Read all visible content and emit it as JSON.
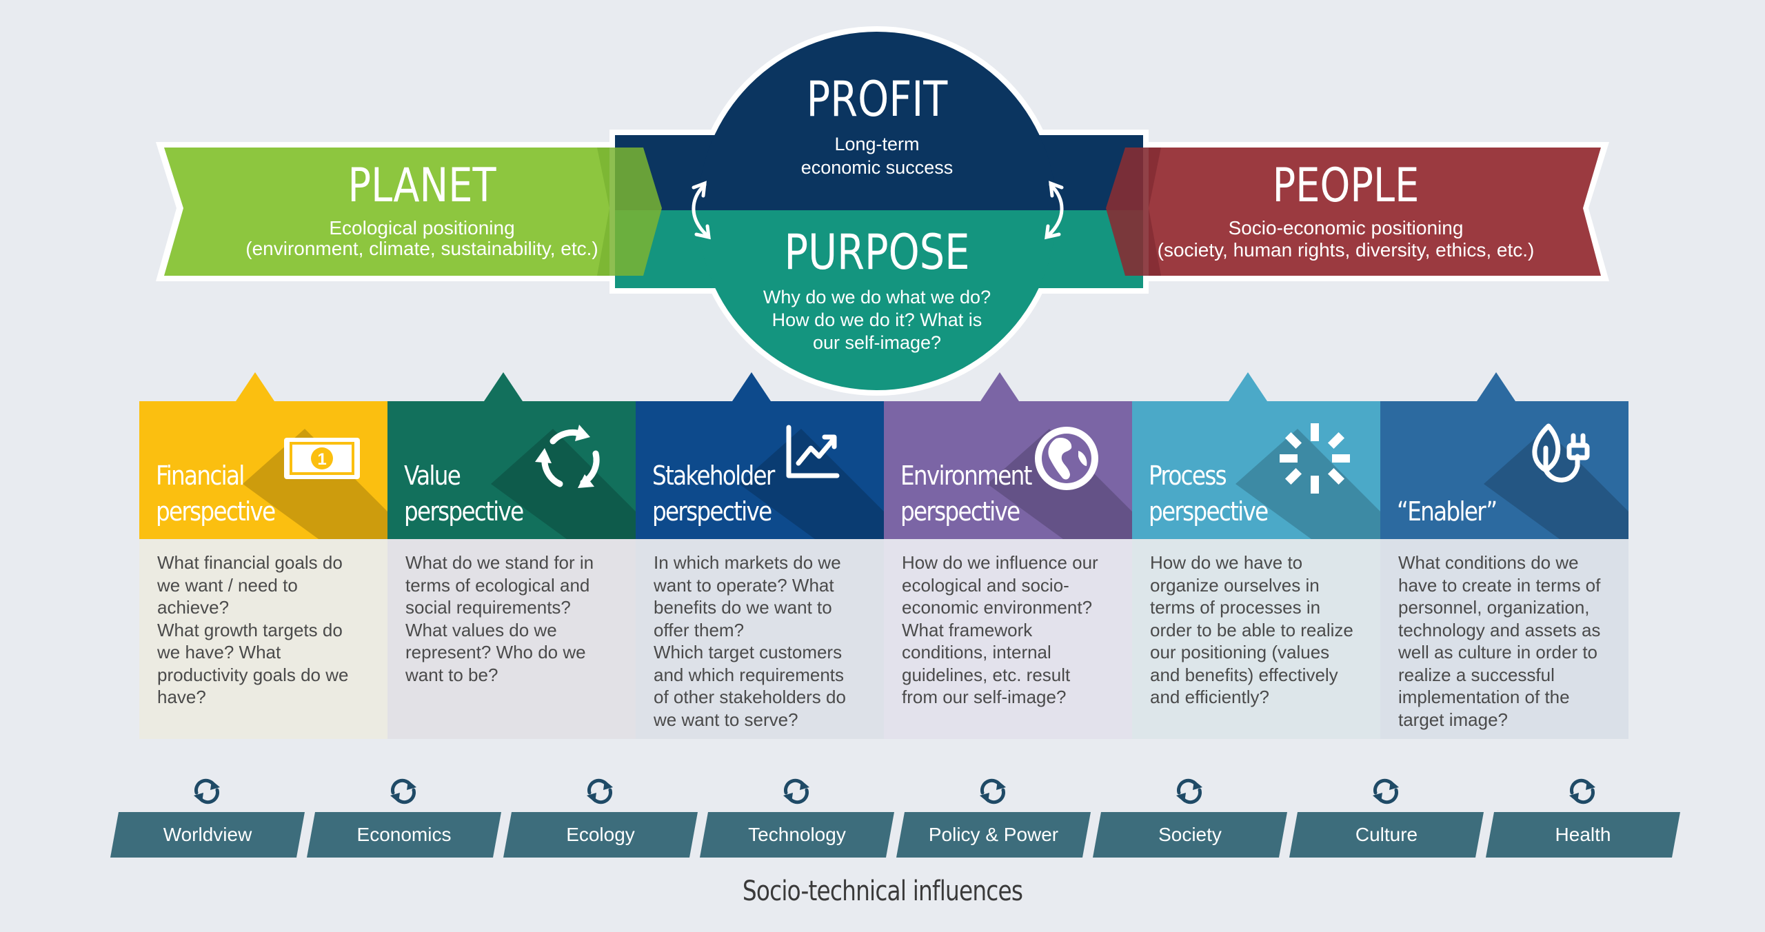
{
  "top": {
    "planet": {
      "title": "PLANET",
      "line1": "Ecological positioning",
      "line2": "(environment, climate, sustainability, etc.)",
      "color": "#8dc63f"
    },
    "profit": {
      "title": "PROFIT",
      "line1": "Long-term",
      "line2": "economic success",
      "color": "#0b3560"
    },
    "purpose": {
      "title": "PURPOSE",
      "line1": "Why do we do what we do?",
      "line2": "How do we do it? What is",
      "line3": "our self-image?",
      "color": "#14957f"
    },
    "people": {
      "title": "PEOPLE",
      "line1": "Socio-economic positioning",
      "line2": "(society, human rights, diversity, ethics, etc.)",
      "color": "#9b3a40"
    }
  },
  "perspectives": [
    {
      "title1": "Financial",
      "title2": "perspective",
      "icon": "banknote-icon",
      "head_color": "#fbbf10",
      "body_color": "#ecebe2",
      "text": [
        "What financial goals do",
        "we want / need to",
        "achieve?",
        "What growth targets do",
        "we have? What",
        "productivity goals do we",
        "have?"
      ]
    },
    {
      "title1": "Value",
      "title2": "perspective",
      "icon": "cycle-arrows-icon",
      "head_color": "#12705c",
      "body_color": "#e2e1e6",
      "text": [
        "What do we stand for in",
        "terms of ecological and",
        "social requirements?",
        "What values do we",
        "represent? Who do we",
        "want to be?"
      ]
    },
    {
      "title1": "Stakeholder",
      "title2": "perspective",
      "icon": "line-chart-icon",
      "head_color": "#0d4a8c",
      "body_color": "#dde1e8",
      "text": [
        "In which markets do we",
        "want to operate? What",
        "benefits do we want to",
        "offer them?",
        "Which target customers",
        "and which requirements",
        "of other stakeholders do",
        "we want to serve?"
      ]
    },
    {
      "title1": "Environment",
      "title2": "perspective",
      "icon": "globe-icon",
      "head_color": "#7b65a5",
      "body_color": "#e3e2ec",
      "text": [
        "How do we influence our",
        "ecological and socio-",
        "economic environment?",
        "What framework",
        "conditions, internal",
        "guidelines, etc. result",
        "from our self-image?"
      ]
    },
    {
      "title1": "Process",
      "title2": "perspective",
      "icon": "loading-spinner-icon",
      "head_color": "#4ba9c8",
      "body_color": "#dde6ea",
      "text": [
        "How do we have to",
        "organize ourselves in",
        "terms of processes in",
        "order to be able to realize",
        "our positioning (values",
        "and benefits) effectively",
        "and efficiently?"
      ]
    },
    {
      "title1": "",
      "title2": "“Enabler”",
      "icon": "leaf-plug-icon",
      "head_color": "#2c6aa0",
      "body_color": "#dae0e8",
      "text": [
        "What conditions do we",
        "have to create in terms of",
        "personnel, organization,",
        "technology and assets as",
        "well as culture in order to",
        "realize a successful",
        "implementation of the",
        "target image?"
      ]
    }
  ],
  "influences": {
    "items": [
      "Worldview",
      "Economics",
      "Ecology",
      "Technology",
      "Policy & Power",
      "Society",
      "Culture",
      "Health"
    ],
    "band_color": "#3d6d7c",
    "footer": "Socio-technical influences"
  }
}
